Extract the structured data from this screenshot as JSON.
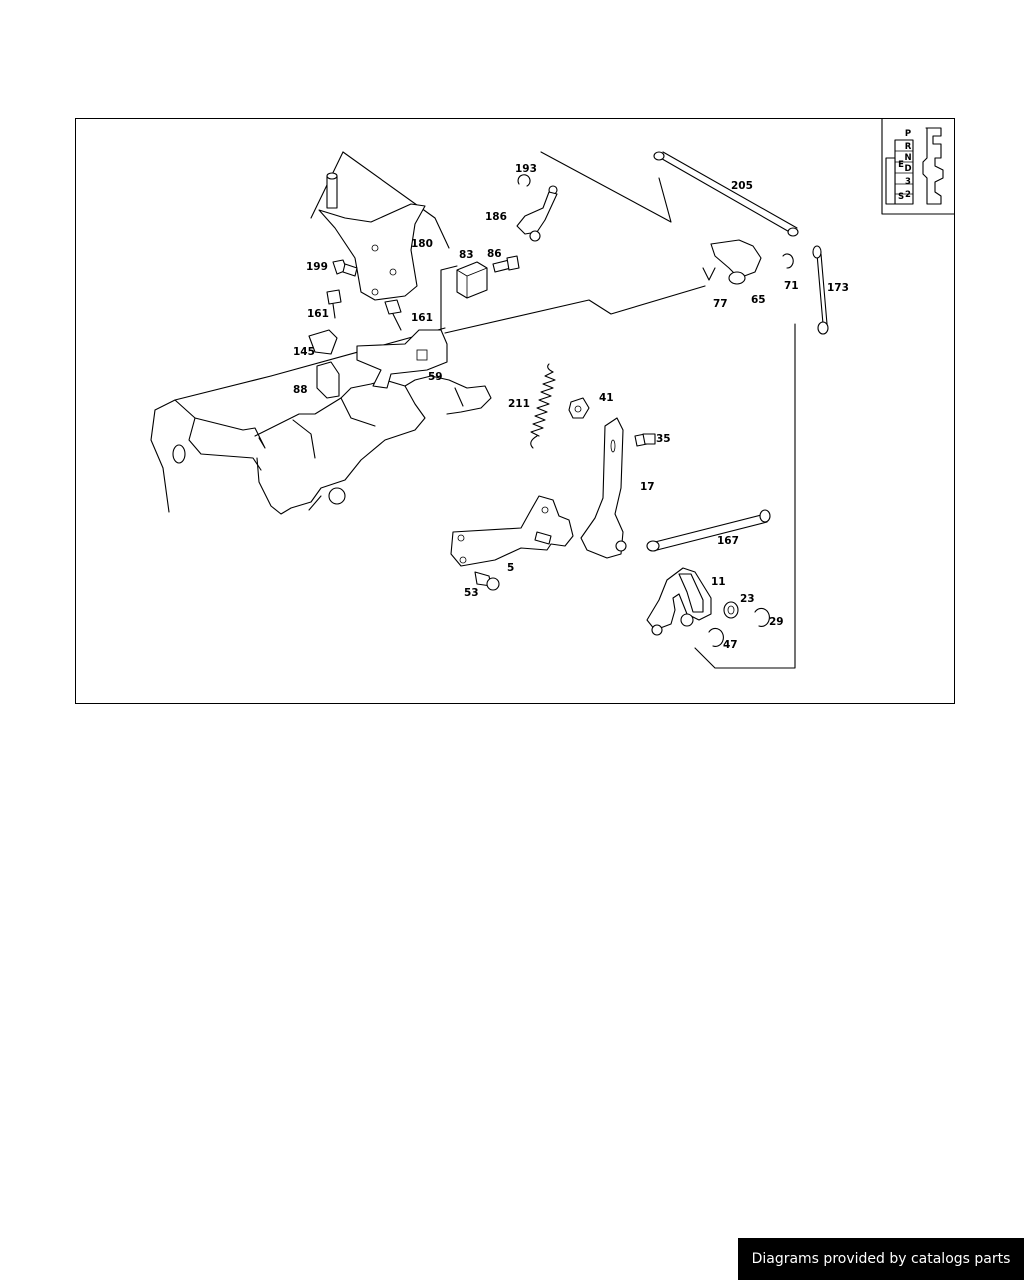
{
  "diagram": {
    "callouts": [
      {
        "id": "205",
        "label": "205"
      },
      {
        "id": "193",
        "label": "193"
      },
      {
        "id": "186",
        "label": "186"
      },
      {
        "id": "180",
        "label": "180"
      },
      {
        "id": "83",
        "label": "83"
      },
      {
        "id": "86",
        "label": "86"
      },
      {
        "id": "199",
        "label": "199"
      },
      {
        "id": "161a",
        "label": "161"
      },
      {
        "id": "161b",
        "label": "161"
      },
      {
        "id": "145",
        "label": "145"
      },
      {
        "id": "88",
        "label": "88"
      },
      {
        "id": "59",
        "label": "59"
      },
      {
        "id": "77",
        "label": "77"
      },
      {
        "id": "65",
        "label": "65"
      },
      {
        "id": "71",
        "label": "71"
      },
      {
        "id": "173",
        "label": "173"
      },
      {
        "id": "211",
        "label": "211"
      },
      {
        "id": "41",
        "label": "41"
      },
      {
        "id": "35",
        "label": "35"
      },
      {
        "id": "17",
        "label": "17"
      },
      {
        "id": "167",
        "label": "167"
      },
      {
        "id": "5",
        "label": "5"
      },
      {
        "id": "53",
        "label": "53"
      },
      {
        "id": "11",
        "label": "11"
      },
      {
        "id": "23",
        "label": "23"
      },
      {
        "id": "29",
        "label": "29"
      },
      {
        "id": "47",
        "label": "47"
      }
    ],
    "gear_selector": {
      "positions": [
        "P",
        "R",
        "N",
        "D",
        "3",
        "2"
      ],
      "side_labels": [
        "E",
        "S"
      ]
    }
  },
  "footer": {
    "credit": "Diagrams provided by catalogs parts"
  }
}
